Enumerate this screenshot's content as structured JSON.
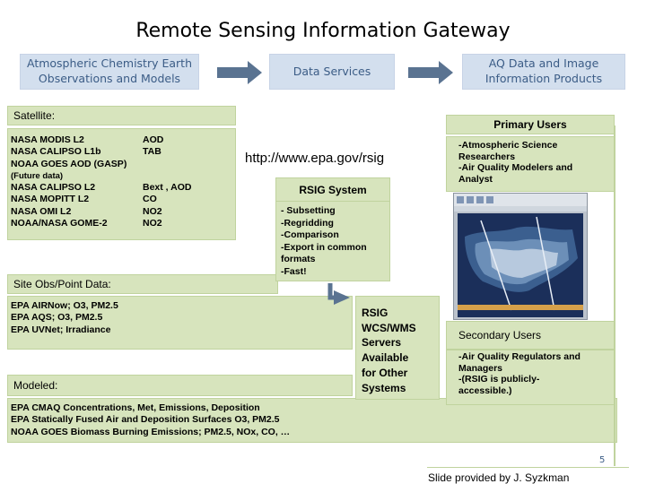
{
  "title": "Remote Sensing Information Gateway",
  "header_boxes": {
    "left": "Atmospheric Chemistry Earth Observations and Models",
    "middle": "Data Services",
    "right": "AQ Data and Image Information Products"
  },
  "satellite": {
    "label": "Satellite:",
    "rows": [
      {
        "name": "NASA MODIS L2",
        "value": "AOD"
      },
      {
        "name": "NASA CALIPSO L1b",
        "value": "TAB"
      },
      {
        "name": "NOAA GOES AOD (GASP)",
        "value": ""
      },
      {
        "name": "(Future data)",
        "value": ""
      },
      {
        "name": "NASA CALIPSO L2",
        "value": "Bext , AOD"
      },
      {
        "name": "NASA MOPITT L2",
        "value": "CO"
      },
      {
        "name": "NASA OMI L2",
        "value": "NO2"
      },
      {
        "name": "NOAA/NASA GOME-2",
        "value": "NO2"
      }
    ]
  },
  "site_obs": {
    "label": "Site Obs/Point Data:",
    "lines": [
      "EPA AIRNow; O3, PM2.5",
      "EPA AQS; O3, PM2.5",
      "EPA UVNet; Irradiance"
    ]
  },
  "modeled": {
    "label": "Modeled:",
    "lines": [
      "EPA CMAQ Concentrations, Met, Emissions, Deposition",
      "EPA Statically Fused Air and Deposition Surfaces O3, PM2.5",
      "NOAA GOES Biomass Burning Emissions; PM2.5, NOx, CO, …"
    ]
  },
  "url": "http://www.epa.gov/rsig",
  "rsig_system": {
    "title": "RSIG System",
    "lines": [
      "- Subsetting",
      "-Regridding",
      "-Comparison",
      "-Export in common",
      "formats",
      "-Fast!"
    ]
  },
  "wcs": {
    "lines": [
      "RSIG",
      "WCS/WMS",
      "Servers",
      "Available",
      "for Other",
      "Systems"
    ]
  },
  "primary_users": {
    "title": "Primary Users",
    "lines": [
      "-Atmospheric Science",
      "Researchers",
      "-Air Quality Modelers and",
      "Analyst"
    ]
  },
  "secondary_users": {
    "title": "Secondary Users",
    "lines": [
      "-Air Quality Regulators and",
      "Managers",
      "-(RSIG is publicly-",
      "accessible.)"
    ]
  },
  "page_number": "5",
  "credit": "Slide provided by J. Syzkman",
  "colors": {
    "header_fill": "#d3dfee",
    "header_text": "#3b5c86",
    "box_fill": "#d7e4bd",
    "arrow_fill": "#5a7391"
  }
}
